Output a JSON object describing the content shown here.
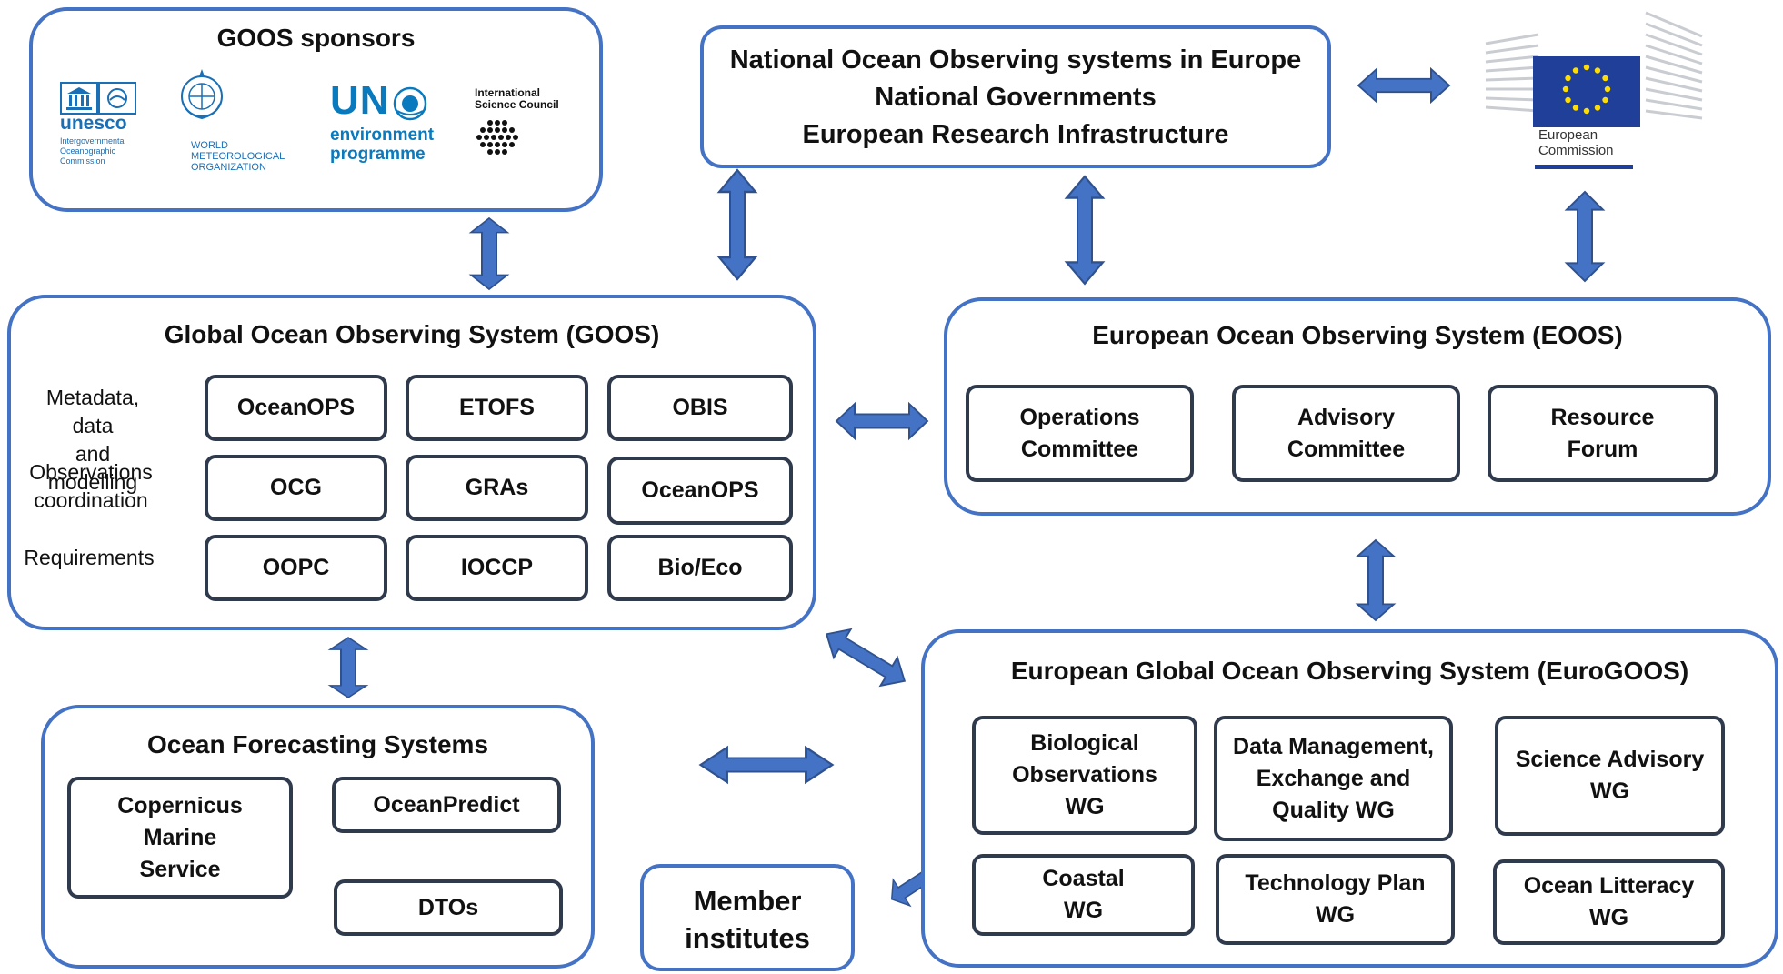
{
  "sponsors": {
    "title": "GOOS sponsors",
    "unesco": {
      "brand": "unesco",
      "sub": [
        "Intergovernmental",
        "Oceanographic",
        "Commission"
      ]
    },
    "wmo": {
      "lines": [
        "WORLD",
        "METEOROLOGICAL",
        "ORGANIZATION"
      ]
    },
    "unep": {
      "un": "UN",
      "lines": [
        "environment",
        "programme"
      ]
    },
    "isc": {
      "lines": [
        "International",
        "Science Council"
      ]
    }
  },
  "national": {
    "lines": [
      "National Ocean Observing systems in Europe",
      "National Governments",
      "European Research Infrastructure"
    ]
  },
  "ec": {
    "lines": [
      "European",
      "Commission"
    ]
  },
  "goos": {
    "title": "Global Ocean Observing System (GOOS)",
    "row_labels": [
      [
        "Metadata, data",
        "and modelling"
      ],
      [
        "Observations",
        "coordination"
      ],
      [
        "Requirements"
      ]
    ],
    "boxes": [
      [
        "OceanOPS",
        "ETOFS",
        "OBIS"
      ],
      [
        "OCG",
        "GRAs",
        "OceanOPS"
      ],
      [
        "OOPC",
        "IOCCP",
        "Bio/Eco"
      ]
    ]
  },
  "eoos": {
    "title": "European Ocean Observing System (EOOS)",
    "boxes": [
      [
        "Operations",
        "Committee"
      ],
      [
        "Advisory",
        "Committee"
      ],
      [
        "Resource",
        "Forum"
      ]
    ]
  },
  "ofs": {
    "title": "Ocean Forecasting Systems",
    "boxes": {
      "cms": [
        "Copernicus",
        "Marine",
        "Service"
      ],
      "oceanpredict": "OceanPredict",
      "dtos": "DTOs"
    }
  },
  "member": {
    "lines": [
      "Member",
      "institutes"
    ]
  },
  "eurogoos": {
    "title": "European Global Ocean Observing System (EuroGOOS)",
    "boxes": {
      "bio": [
        "Biological",
        "Observations",
        "WG"
      ],
      "data": [
        "Data Management,",
        "Exchange and",
        "Quality WG"
      ],
      "science": [
        "Science Advisory",
        "WG"
      ],
      "coastal": [
        "Coastal",
        "WG"
      ],
      "tech": [
        "Technology Plan",
        "WG"
      ],
      "literacy": [
        "Ocean Litteracy",
        "WG"
      ]
    }
  },
  "colors": {
    "frame": "#4472c4",
    "arrow": "#4472c4",
    "arrow_stroke": "#2f528f",
    "inner": "#2f3a4d",
    "eu_blue": "#1f3f99",
    "eu_star": "#ffdd00",
    "unesco": "#1b6fb5",
    "unep": "#0a7abf"
  }
}
